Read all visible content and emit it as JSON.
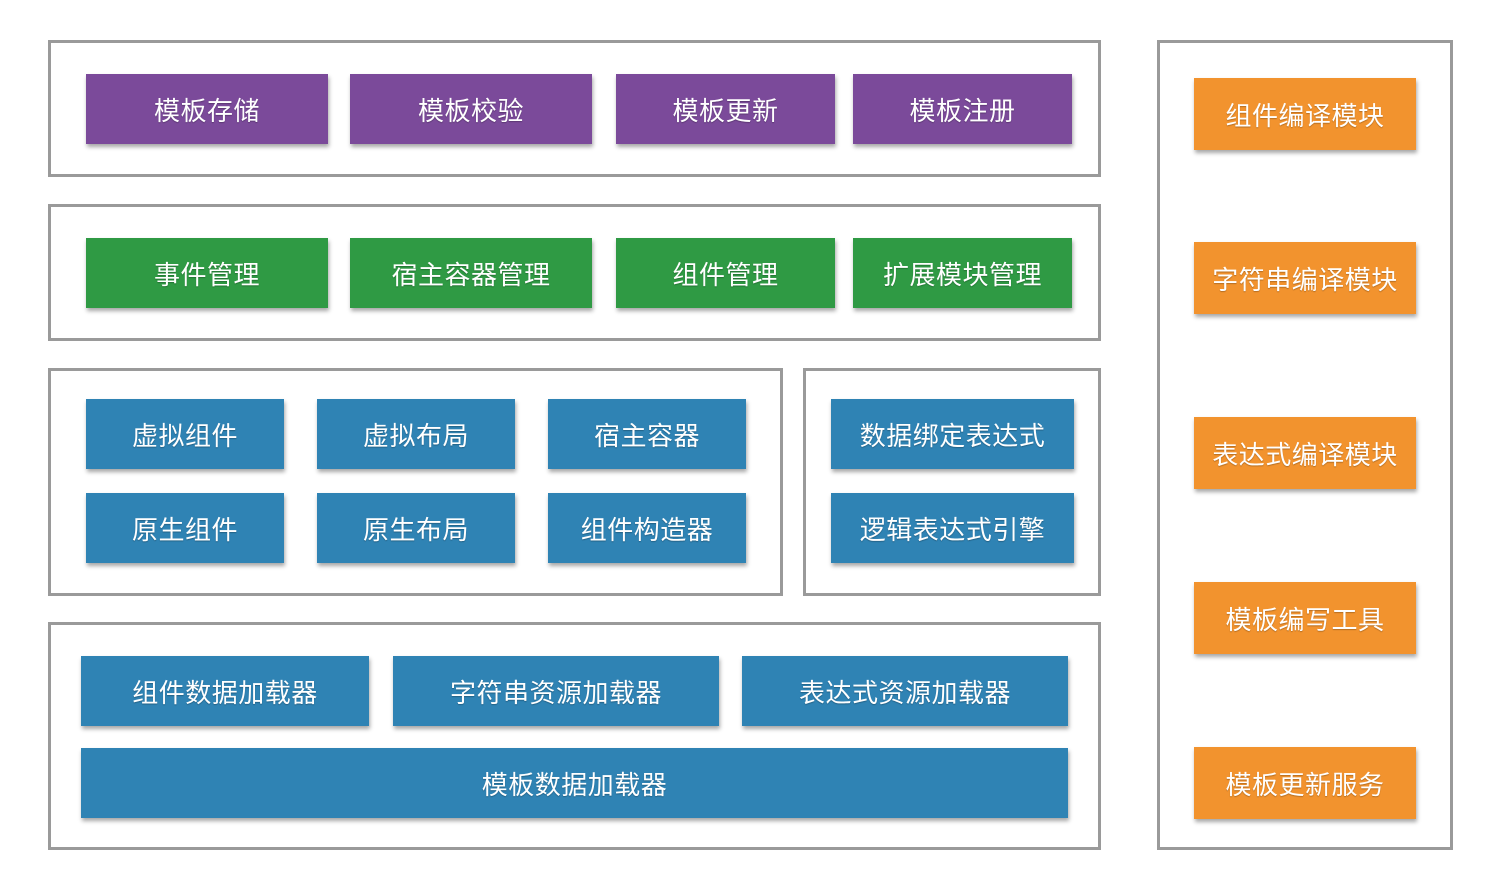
{
  "storage_layer": {
    "items": [
      "模板存储",
      "模板校验",
      "模板更新",
      "模板注册"
    ],
    "color": "#7b4a9a"
  },
  "management_layer": {
    "items": [
      "事件管理",
      "宿主容器管理",
      "组件管理",
      "扩展模块管理"
    ],
    "color": "#2f9a44"
  },
  "component_layer": {
    "items": [
      "虚拟组件",
      "虚拟布局",
      "宿主容器",
      "原生组件",
      "原生布局",
      "组件构造器"
    ],
    "color": "#2f83b4"
  },
  "expression_layer": {
    "items": [
      "数据绑定表达式",
      "逻辑表达式引擎"
    ],
    "color": "#2f83b4"
  },
  "loader_layer": {
    "items": [
      "组件数据加载器",
      "字符串资源加载器",
      "表达式资源加载器",
      "模板数据加载器"
    ],
    "color": "#2f83b4"
  },
  "tools_column": {
    "items": [
      "组件编译模块",
      "字符串编译模块",
      "表达式编译模块",
      "模板编写工具",
      "模板更新服务"
    ],
    "color": "#f2932e"
  },
  "frame_border_color": "#9a9a9a"
}
